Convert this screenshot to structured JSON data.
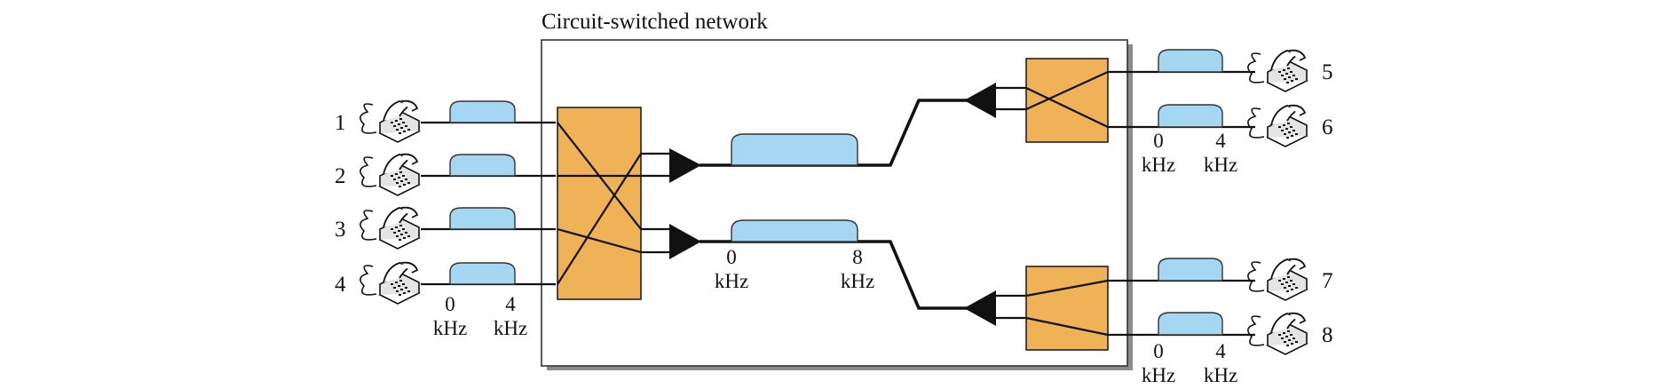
{
  "diagram": {
    "title": "Circuit-switched network",
    "colors": {
      "switch_fill": "#F0B257",
      "band_fill": "#A6D7F2",
      "line": "#111111",
      "network_border": "#333333"
    },
    "phones": [
      {
        "label": "1",
        "icon": "telephone-icon"
      },
      {
        "label": "2",
        "icon": "telephone-icon"
      },
      {
        "label": "3",
        "icon": "telephone-icon"
      },
      {
        "label": "4",
        "icon": "telephone-icon"
      },
      {
        "label": "5",
        "icon": "telephone-icon"
      },
      {
        "label": "6",
        "icon": "telephone-icon"
      },
      {
        "label": "7",
        "icon": "telephone-icon"
      },
      {
        "label": "8",
        "icon": "telephone-icon"
      }
    ],
    "left_bandwidth": {
      "start": "0",
      "end": "4",
      "unit": "kHz"
    },
    "trunk_bandwidth": {
      "start": "0",
      "end": "8",
      "unit": "kHz"
    },
    "right_top_bandwidth": {
      "start": "0",
      "end": "4",
      "unit": "kHz"
    },
    "right_bottom_bandwidth": {
      "start": "0",
      "end": "4",
      "unit": "kHz"
    }
  }
}
